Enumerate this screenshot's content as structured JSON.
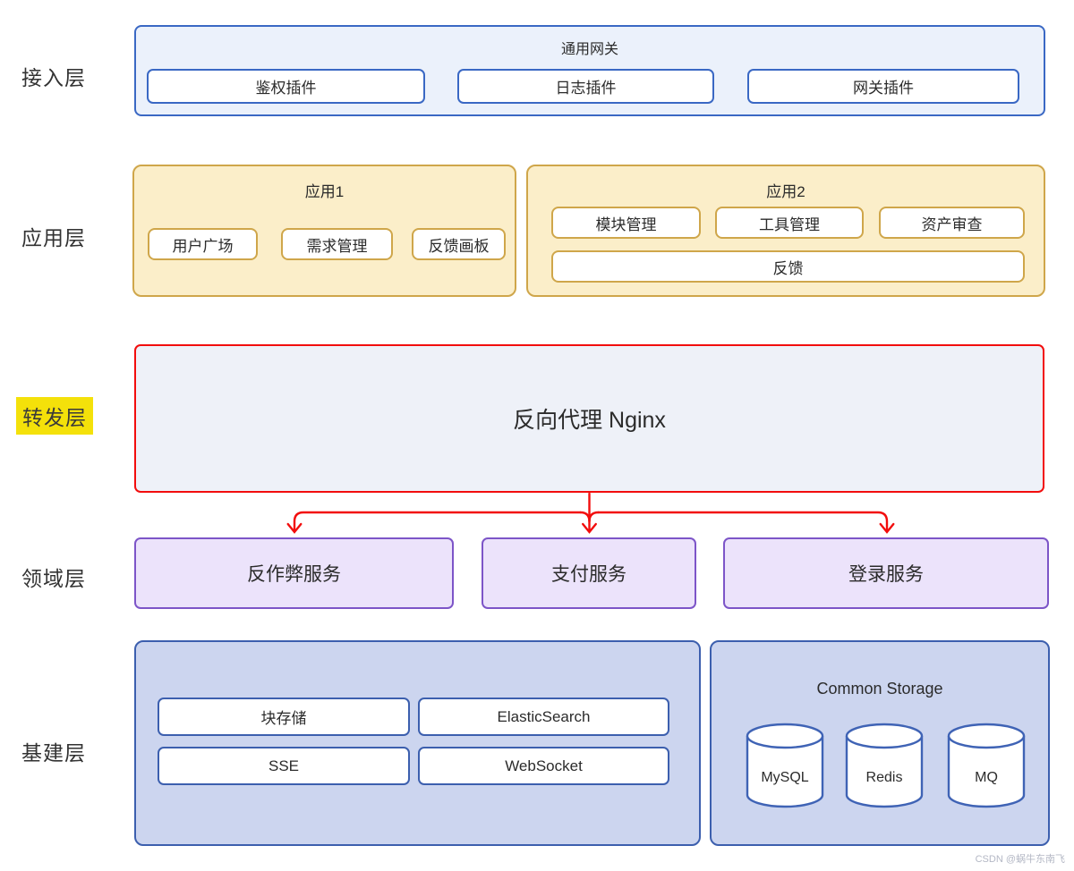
{
  "watermark": "CSDN @蜗牛东南飞",
  "colors": {
    "access_border": "#3a68c4",
    "access_fill": "#ebf1fb",
    "app_border": "#cfa64a",
    "app_fill": "#fbeec9",
    "nginx_border": "#f20d0d",
    "nginx_fill": "#eef1f8",
    "domain_border": "#7d55c8",
    "domain_fill": "#ece3fb",
    "infra_border": "#3c5fae",
    "infra_fill": "#ccd5ef",
    "arrow": "#f20d0d",
    "label_highlight": "#f4e10a"
  },
  "layers": {
    "access": {
      "label": "接入层",
      "gateway_title": "通用网关",
      "plugins": [
        "鉴权插件",
        "日志插件",
        "网关插件"
      ]
    },
    "application": {
      "label": "应用层",
      "app1": {
        "title": "应用1",
        "modules": [
          "用户广场",
          "需求管理",
          "反馈画板"
        ]
      },
      "app2": {
        "title": "应用2",
        "modules": [
          "模块管理",
          "工具管理",
          "资产审查"
        ],
        "wide_module": "反馈"
      }
    },
    "forwarding": {
      "label": "转发层",
      "node": "反向代理 Nginx"
    },
    "domain": {
      "label": "领域层",
      "services": [
        "反作弊服务",
        "支付服务",
        "登录服务"
      ]
    },
    "infrastructure": {
      "label": "基建层",
      "middleware": [
        "块存储",
        "ElasticSearch",
        "SSE",
        "WebSocket"
      ],
      "storage": {
        "title": "Common Storage",
        "databases": [
          "MySQL",
          "Redis",
          "MQ"
        ]
      }
    }
  }
}
